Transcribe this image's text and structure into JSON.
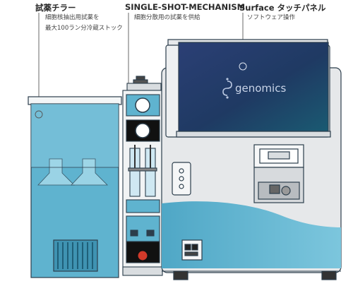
{
  "labels": {
    "chiller": {
      "title": "試薬チラー",
      "line1": "細胞核抽出用試薬を",
      "line2": "最大100ラン分冷蔵ストック"
    },
    "mechanism": {
      "title": "SINGLE-SHOT-MECHANISM",
      "line1": "細胞分散用の試薬を供給"
    },
    "panel": {
      "title": "Surface タッチパネル",
      "line1": "ソフトウェア操作"
    }
  },
  "screen": {
    "brand": "genomics"
  },
  "colors": {
    "machine_blue": "#5fb3cf",
    "machine_blue_dark": "#3f93b2",
    "body_grey": "#e6e8ea",
    "screen_dark": "#1c2f58",
    "outline": "#2c3e4c"
  }
}
